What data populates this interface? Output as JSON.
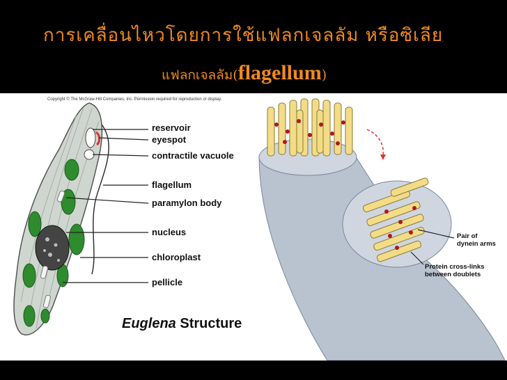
{
  "slide": {
    "title": "การเคลื่อนไหวโดยการใช้แฟลกเจลลัม หรือซิเลีย",
    "subtitle_thai": "แฟลกเจลลัม(",
    "subtitle_en": "flagellum",
    "subtitle_close": ")"
  },
  "figure": {
    "copyright": "Copyright © The McGraw-Hill Companies, Inc. Permission required for reproduction or display.",
    "euglena_labels": [
      "reservoir",
      "eyespot",
      "contractile vacuole",
      "flagellum",
      "paramylon body",
      "nucleus",
      "chloroplast",
      "pellicle"
    ],
    "caption_italic": "Euglena",
    "caption_rest": " Structure",
    "flagellum_labels": {
      "dynein": [
        "Pair of",
        "dynein arms"
      ],
      "crosslinks": [
        "Protein cross-links",
        "between doublets"
      ]
    }
  },
  "colors": {
    "title": "#f08a1c",
    "chloroplast": "#2e8b2e",
    "euglena_body": "#cfd6cf",
    "flagellum_sheath": "#b9c2cf",
    "microtubule": "#f3dc86",
    "dynein": "#b01818"
  }
}
